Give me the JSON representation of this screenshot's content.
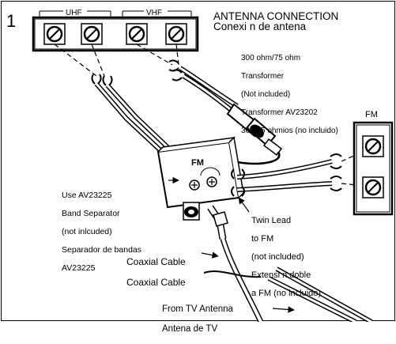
{
  "step_number": "1",
  "terminal_labels": {
    "uhf": "UHF",
    "vhf": "VHF",
    "fm": "FM"
  },
  "title": {
    "en": "ANTENNA CONNECTION",
    "es": "Conexi n de antena"
  },
  "transformer_note": [
    "300 ohm/75 ohm",
    "Transformer",
    "(Not included)",
    "Transformer AV23202",
    "300/75 ohmios (no incluido)"
  ],
  "separator_note": [
    "Use AV23225",
    "Band Separator",
    "(not inlcuded)",
    "Separador de bandas",
    "AV23225"
  ],
  "separator_fm_label": "FM",
  "twin_lead_note": [
    "Twin Lead",
    "to FM",
    "(not included)",
    "Extensi n doble",
    "a FM (no incluido)"
  ],
  "coax_note": [
    "Coaxial Cable",
    "Coaxial Cable"
  ],
  "antenna_note": [
    "From TV Antenna",
    "Antena de TV"
  ]
}
